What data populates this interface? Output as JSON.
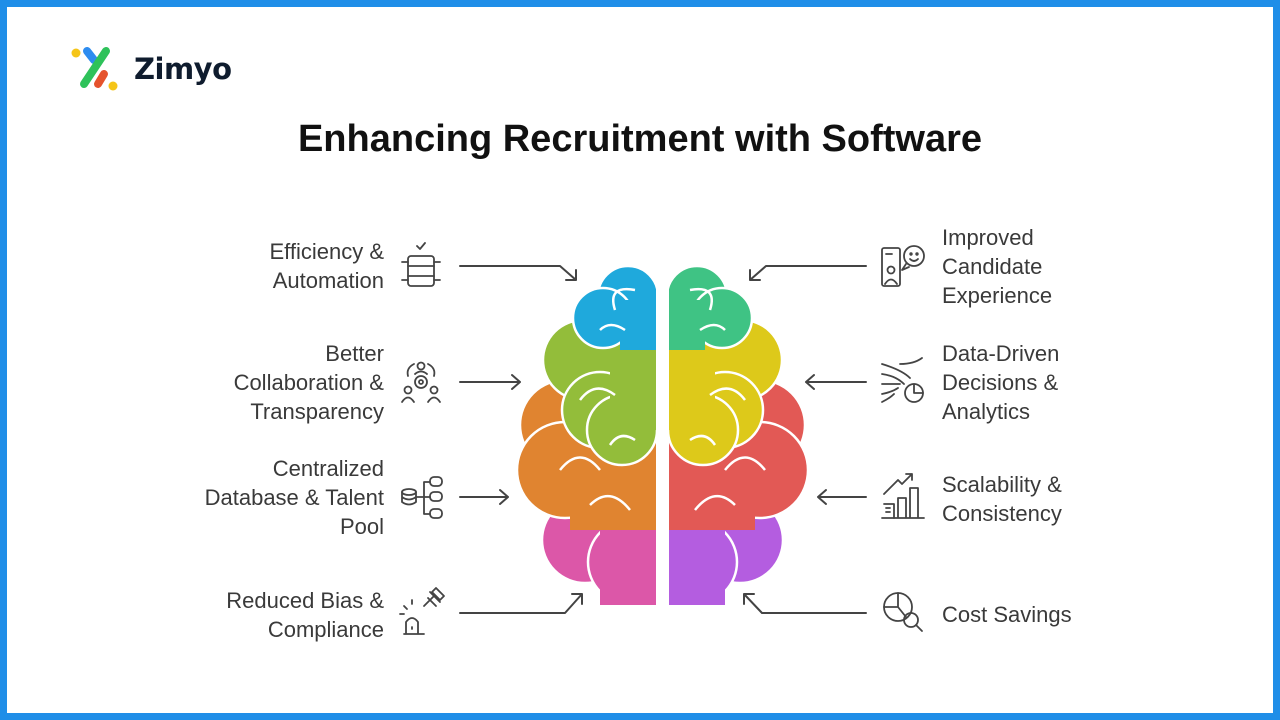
{
  "brand": {
    "name": "Zimyo"
  },
  "title": "Enhancing Recruitment with Software",
  "left_items": [
    {
      "label": "Efficiency & Automation",
      "lines": [
        "Efficiency &",
        "Automation"
      ],
      "icon": "server-check-icon"
    },
    {
      "label": "Better Collaboration & Transparency",
      "lines": [
        "Better",
        "Collaboration &",
        "Transparency"
      ],
      "icon": "team-gear-icon"
    },
    {
      "label": "Centralized Database & Talent Pool",
      "lines": [
        "Centralized",
        "Database & Talent",
        "Pool"
      ],
      "icon": "database-tree-icon"
    },
    {
      "label": "Reduced Bias & Compliance",
      "lines": [
        "Reduced Bias &",
        "Compliance"
      ],
      "icon": "gavel-icon"
    }
  ],
  "right_items": [
    {
      "label": "Improved Candidate Experience",
      "lines": [
        "Improved",
        "Candidate",
        "Experience"
      ],
      "icon": "candidate-smile-icon"
    },
    {
      "label": "Data-Driven Decisions & Analytics",
      "lines": [
        "Data-Driven",
        "Decisions &",
        "Analytics"
      ],
      "icon": "data-flow-chart-icon"
    },
    {
      "label": "Scalability & Consistency",
      "lines": [
        "Scalability &",
        "Consistency"
      ],
      "icon": "growth-bars-icon"
    },
    {
      "label": "Cost Savings",
      "lines": [
        "Cost Savings"
      ],
      "icon": "pie-search-icon"
    }
  ],
  "colors": {
    "border": "#1f8ee8",
    "blue": "#1fa9dc",
    "green": "#93bd3a",
    "orange": "#e08430",
    "pink": "#dc57a8",
    "teal": "#3fc384",
    "yellow": "#ddc91a",
    "red": "#e25955",
    "purple": "#b45de0"
  }
}
